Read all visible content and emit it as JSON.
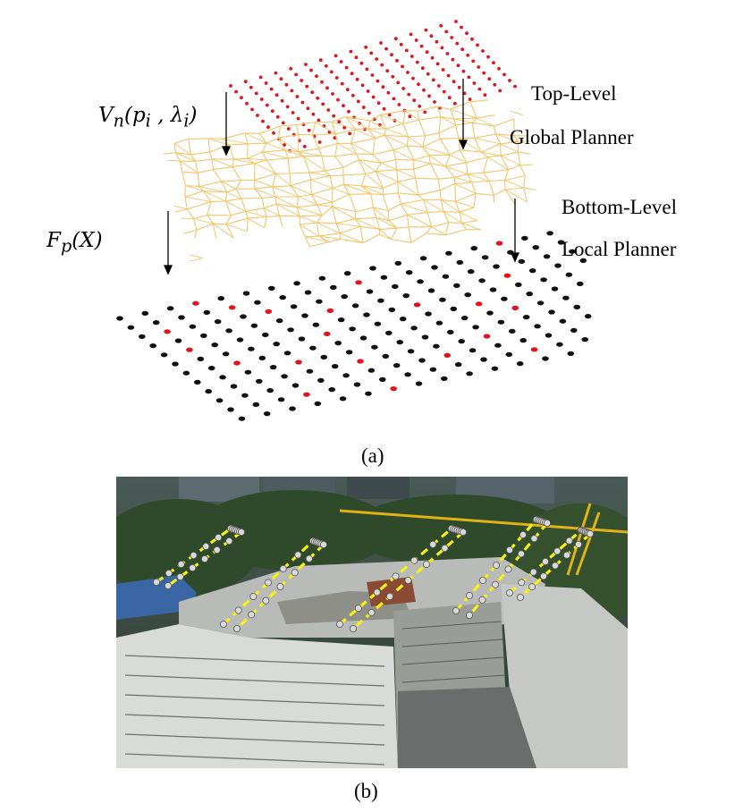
{
  "panel_a": {
    "labels": {
      "top_level": "Top-Level",
      "global_planner": "Global Planner",
      "bottom_level": "Bottom-Level",
      "local_planner": "Local Planner",
      "vn_symbol": "V",
      "vn_sub": "n",
      "vn_args_open": "(p",
      "vn_i1": "i",
      "vn_mid": " , λ",
      "vn_i2": "i",
      "vn_close": ")",
      "fp_symbol": "F",
      "fp_sub": "p",
      "fp_args": "(X)"
    },
    "caption": "(a)"
  },
  "panel_b": {
    "caption": "(b)"
  },
  "colors": {
    "red_node": "#e0141c",
    "black_node": "#111111",
    "mesh_edge": "#f2c56b",
    "path_yellow": "#f5ef1a",
    "waypoint": "#d9d9d9"
  }
}
